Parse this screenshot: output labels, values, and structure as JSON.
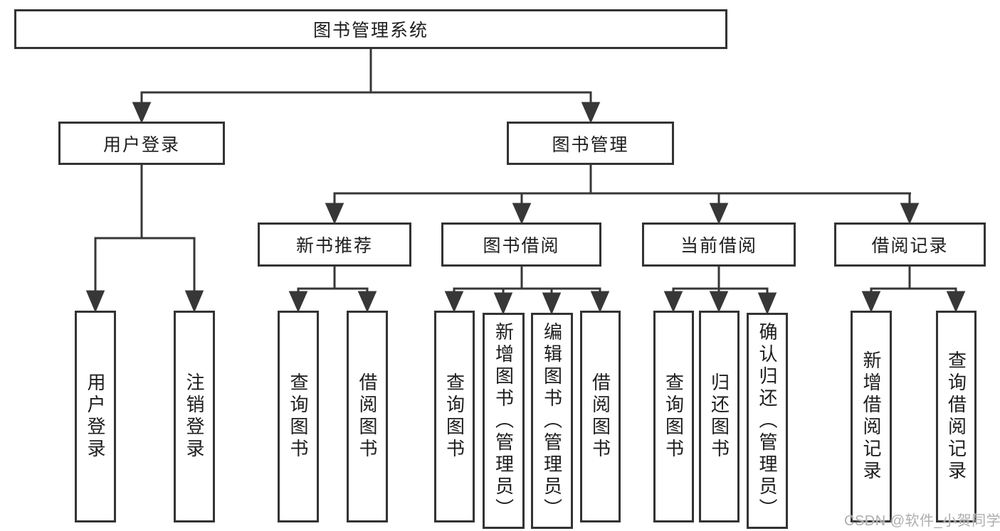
{
  "diagram": {
    "root": "图书管理系统",
    "user_login_branch": {
      "label": "用户登录",
      "children": [
        "用户登录",
        "注销登录"
      ]
    },
    "book_mgmt_branch": {
      "label": "图书管理",
      "groups": [
        {
          "label": "新书推荐",
          "children": [
            "查询图书",
            "借阅图书"
          ]
        },
        {
          "label": "图书借阅",
          "children": [
            "查询图书",
            "新增图书（管理员）",
            "编辑图书（管理员）",
            "借阅图书"
          ]
        },
        {
          "label": "当前借阅",
          "children": [
            "查询图书",
            "归还图书",
            "确认归还（管理员）"
          ]
        },
        {
          "label": "借阅记录",
          "children": [
            "新增借阅记录",
            "查询借阅记录"
          ]
        }
      ]
    }
  },
  "watermark": "CSDN @软件_小贺同学",
  "colors": {
    "line": "#373737",
    "box_border": "#333333",
    "text": "#1d1d1d",
    "watermark": "#aeaeae",
    "background": "#ffffff"
  }
}
